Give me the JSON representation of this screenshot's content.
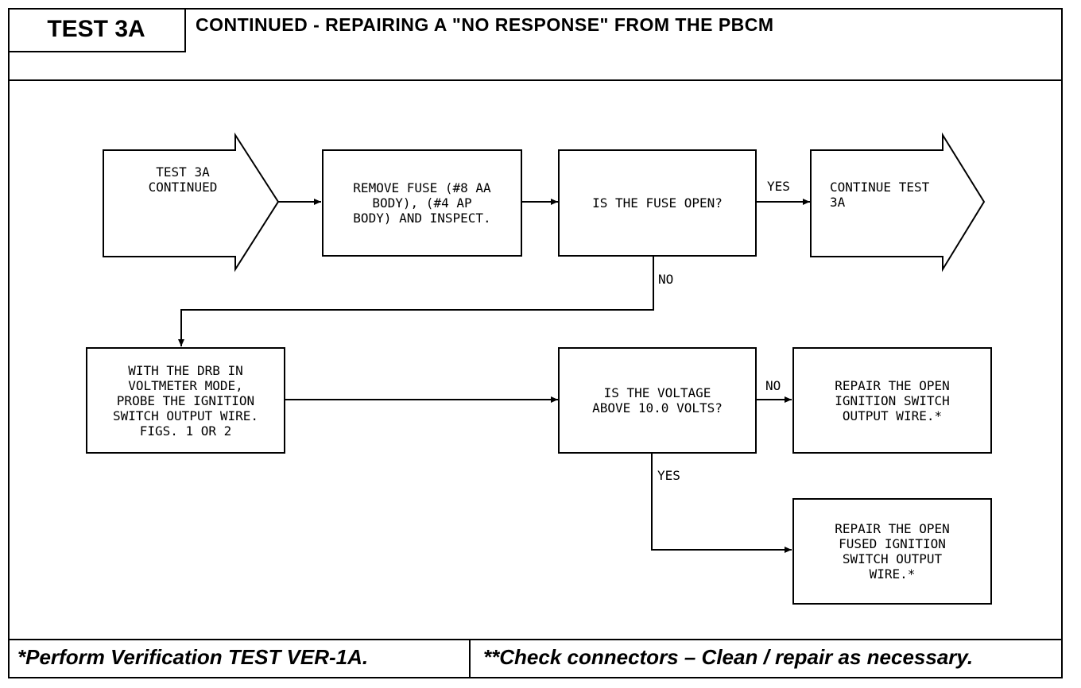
{
  "header": {
    "test_label": "TEST 3A",
    "title": "CONTINUED -  REPAIRING A \"NO RESPONSE\" FROM THE PBCM"
  },
  "flow": {
    "start": "TEST 3A\nCONTINUED",
    "remove_fuse": "REMOVE FUSE (#8 AA\nBODY), (#4 AP\nBODY) AND INSPECT.",
    "fuse_question": "IS THE FUSE OPEN?",
    "continue": "CONTINUE TEST\n3A",
    "probe": "WITH THE DRB IN\nVOLTMETER MODE,\nPROBE THE IGNITION\nSWITCH OUTPUT WIRE.\nFIGS. 1 OR 2",
    "voltage_question": "IS THE VOLTAGE\nABOVE 10.0 VOLTS?",
    "repair_output": "REPAIR THE OPEN\nIGNITION SWITCH\nOUTPUT WIRE.*",
    "repair_fused": "REPAIR THE OPEN\nFUSED IGNITION\nSWITCH OUTPUT\nWIRE.*",
    "yes_label_1": "YES",
    "no_label_1": "NO",
    "no_label_2": "NO",
    "yes_label_2": "YES"
  },
  "footer": {
    "left": "*Perform Verification TEST VER-1A.",
    "right": "**Check connectors – Clean / repair as necessary."
  }
}
